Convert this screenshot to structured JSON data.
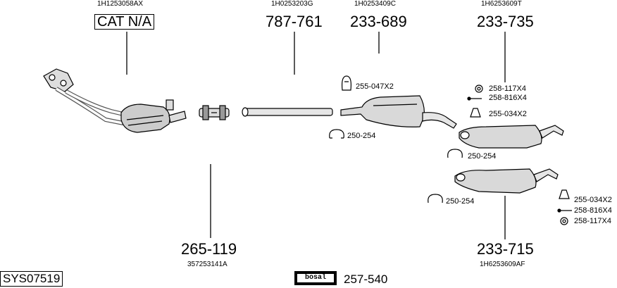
{
  "cat_label": "CAT N/A",
  "system_code": "SYS07519",
  "brand": {
    "logo_text": "bosal",
    "logo_part": "257-540"
  },
  "parts": [
    {
      "oem": "1H1253058AX"
    },
    {
      "oem": "1H0253203G",
      "number": "787-761"
    },
    {
      "oem": "1H0253409C",
      "number": "233-689"
    },
    {
      "oem": "1H6253609T",
      "number": "233-735"
    },
    {
      "oem": "357253141A",
      "number": "265-119"
    },
    {
      "oem": "1H6253609AF",
      "number": "233-715"
    }
  ],
  "accessories": [
    {
      "label": "255-047X2"
    },
    {
      "label": "258-117X4"
    },
    {
      "label": "258-816X4"
    },
    {
      "label": "255-034X2"
    },
    {
      "label": "250-254"
    },
    {
      "label": "250-254"
    },
    {
      "label": "250-254"
    },
    {
      "label": "255-034X2"
    },
    {
      "label": "258-816X4"
    },
    {
      "label": "258-117X4"
    }
  ]
}
